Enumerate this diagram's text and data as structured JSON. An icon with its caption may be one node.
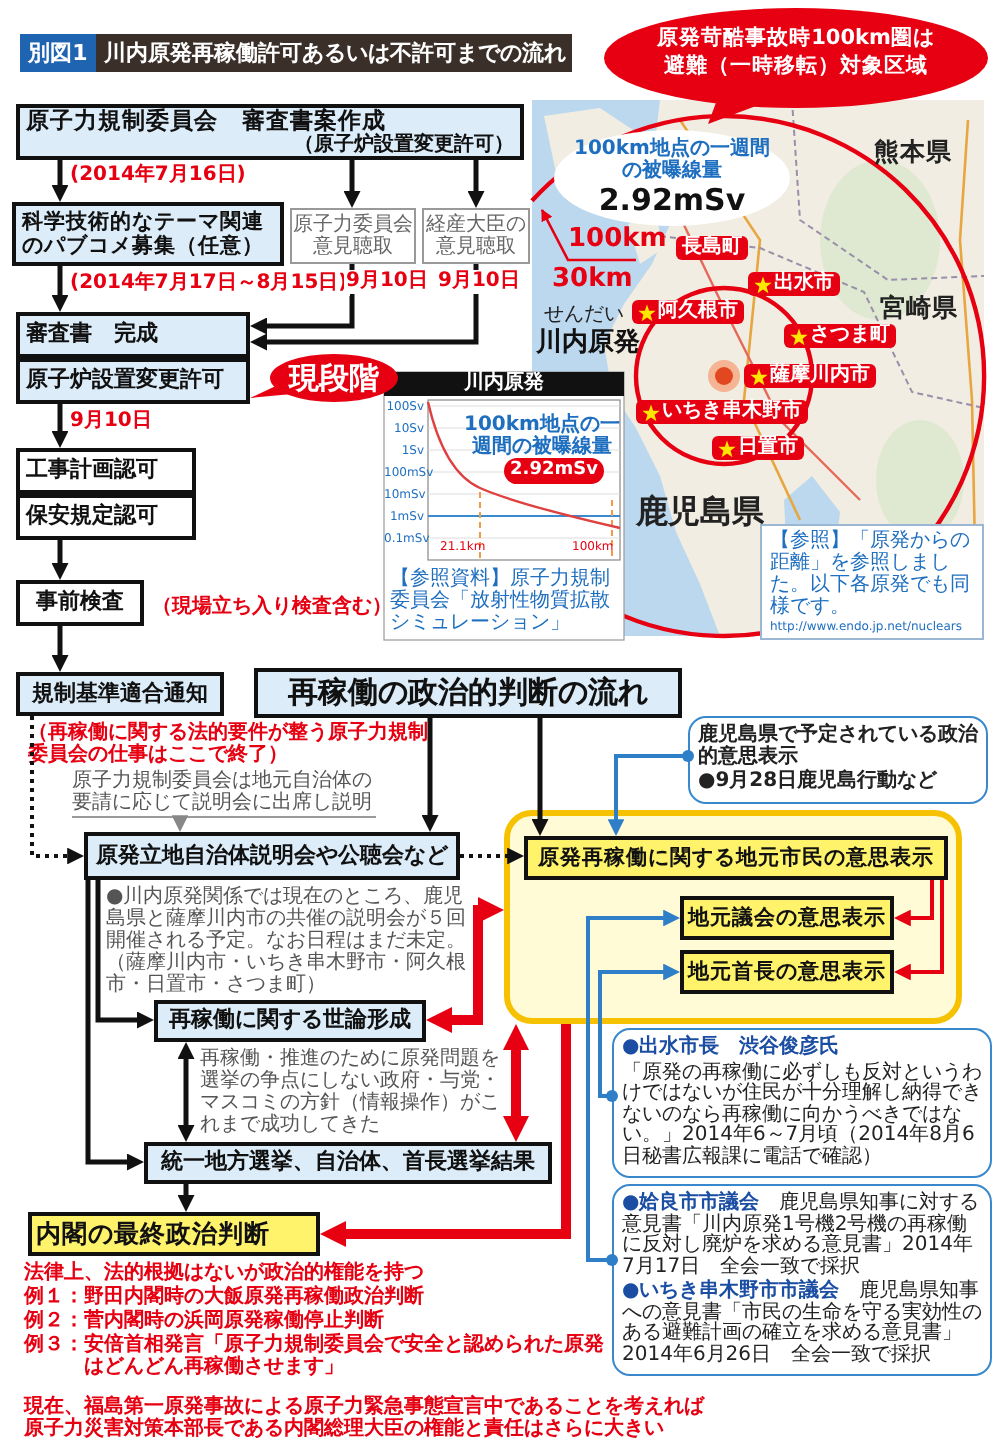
{
  "diagram": {
    "title": "川内原発再稼働許可あるいは不許可までの流れ",
    "nodes": [
      {
        "text": [
          "原子力規制委員会　審査書案作成",
          "（原子炉設置変更許可）"
        ]
      },
      {
        "text": [
          "科学技術的なテーマ関連のパブコメ募集（任意）"
        ]
      },
      {
        "text": [
          "原子力委員会意見聴取"
        ]
      },
      {
        "text": [
          "経産大臣の意見聴取"
        ]
      },
      {
        "text": [
          "審査書　完成"
        ]
      },
      {
        "text": [
          "原子炉設置変更許可"
        ]
      },
      {
        "text": [
          "現段階"
        ]
      },
      {
        "text": [
          "工事計画認可"
        ]
      },
      {
        "text": [
          "保安規定認可"
        ]
      },
      {
        "text": [
          "事前検査"
        ],
        "beside": [
          "（現場立ち入り検査含む）"
        ]
      },
      {
        "text": [
          "規制基準適合通知"
        ]
      },
      {
        "text": [
          "再稼働の政治的判断の流れ"
        ]
      },
      {
        "text": [
          "原子力規制委員会は地元自治体の要請に応じて説明会に出席し説明"
        ]
      },
      {
        "text": [
          "原発立地自治体説明会や公聴会など"
        ]
      },
      {
        "text": [
          "鹿児島県で予定されている政治的意思表示",
          "●9月28日鹿児島行動など"
        ]
      },
      {
        "text": [],
        "shape": "box"
      },
      {
        "text": [
          "原発再稼働に関する地元市民の意思表示"
        ],
        "in": 15
      },
      {
        "text": [
          "地元議会の意思表示"
        ],
        "in": 15
      },
      {
        "text": [
          "地元首長の意思表示"
        ],
        "in": 15
      },
      {
        "text": [
          "再稼働に関する世論形成"
        ]
      },
      {
        "text": [
          "統一地方選挙、自治体、首長選挙結果"
        ]
      },
      {
        "text": [
          "●出水市長　渋谷俊彦氏",
          "「原発の再稼働に必ずしも反対というわけではないが住民が十分理解し納得できないのなら再稼働に向かうべきではない。」2014年6～7月頃（2014年8月6日秘書広報課に電話で確認）"
        ]
      },
      {
        "text": [
          "**●姶良市市議会**　鹿児島県知事に対する意見書「川内原発1号機2号機の再稼働に反対し廃炉を求める意見書」2014年7月17日　全会一致で採択",
          "**●いちき串木野市市議会**　鹿児島県知事への意見書「市民の生命を守る実効性のある避難計画の確立を求める意見書」2014年6月26日　全会一致で採択"
        ]
      },
      {
        "text": [
          "内閣の最終政治判断"
        ]
      },
      {
        "text": [
          "原発苛酷事故時100km圏は避難（一時移転）対象区域"
        ]
      },
      {
        "text": [
          "100km地点の一週間の被曝線量",
          "2.92mSv"
        ]
      }
    ],
    "edges": [
      {
        "from": 0,
        "to": 1,
        "arrow": "to",
        "label": "(2014年7月16日)"
      },
      {
        "from": 0,
        "to": 2,
        "arrow": "to"
      },
      {
        "from": 0,
        "to": 3,
        "arrow": "to"
      },
      {
        "from": 1,
        "to": 4,
        "arrow": "to",
        "label": "(2014年7月17日～8月15日)"
      },
      {
        "from": 2,
        "to": 4,
        "arrow": "to",
        "label": "9月10日"
      },
      {
        "from": 3,
        "to": 4,
        "arrow": "to",
        "label": "9月10日"
      },
      {
        "from": 5,
        "to": 7,
        "arrow": "to",
        "label": "9月10日"
      },
      {
        "from": 8,
        "to": 9,
        "arrow": "to"
      },
      {
        "from": 9,
        "to": 10,
        "arrow": "to"
      },
      {
        "from": 10,
        "to": 13,
        "arrow": "to",
        "style": "dashed"
      },
      {
        "from": 12,
        "to": 13,
        "arrow": "to",
        "color": "#888888"
      },
      {
        "from": 11,
        "to": 13,
        "arrow": "to"
      },
      {
        "from": 11,
        "to": 16,
        "arrow": "to"
      },
      {
        "from": 13,
        "to": 16,
        "arrow": "to",
        "style": "dashed"
      },
      {
        "from": 14,
        "to": 16,
        "arrow": "to",
        "color": "#2f7fc8"
      },
      {
        "from": 16,
        "to": 17,
        "arrow": "to",
        "color": "#e60012"
      },
      {
        "from": 16,
        "to": 18,
        "arrow": "to",
        "color": "#e60012"
      },
      {
        "from": 21,
        "to": 18,
        "arrow": "to",
        "color": "#2f7fc8"
      },
      {
        "from": 22,
        "to": 17,
        "arrow": "to",
        "color": "#2f7fc8"
      },
      {
        "from": 13,
        "to": 19,
        "arrow": "to"
      },
      {
        "from": 13,
        "to": 20,
        "arrow": "to"
      },
      {
        "from": 15,
        "to": 19,
        "arrow": "both",
        "style": "thick",
        "color": "#e60012"
      },
      {
        "from": 19,
        "to": 20,
        "arrow": "both"
      },
      {
        "from": 15,
        "to": 20,
        "arrow": "both",
        "style": "thick",
        "color": "#e60012"
      },
      {
        "from": 20,
        "to": 23,
        "arrow": "to"
      },
      {
        "from": 15,
        "to": 23,
        "arrow": "to",
        "style": "thick",
        "color": "#e60012"
      }
    ],
    "labels": [
      "別図1",
      "100km",
      "熊本県",
      "長島町",
      "30km",
      "出水市",
      "せんだい",
      "阿久根市",
      "川内原発",
      "さつま町",
      "宮崎県",
      "薩摩川内市",
      "いちき串木野市",
      "日置市",
      "川内原発",
      "100km地点の一週間の被曝線量",
      "100Sv",
      "10Sv",
      "1Sv",
      "2.92mSv",
      "100mSv",
      "10mSv",
      "1mSv",
      "0.1mSv",
      "21.1km",
      "100km",
      "【参照資料】原子力規制委員会「放射性物質拡散シミュレーション」",
      "鹿児島県",
      "【参照】「原発からの距離」を参照しました。以下各原発でも同様です。",
      "http://www.endo.jp.net/nuclears",
      "（再稼働に関する法的要件が整う原子力規制委員会の仕事はここで終了）",
      "●川内原発関係では現在のところ、鹿児島県と薩摩川内市の共催の説明会が５回開催される予定。なお日程はまだ未定。（薩摩川内市・いちき串木野市・阿久根市・日置市・さつま町）",
      "再稼働・推進のために原発問題を選挙の争点にしない政府・与党・マスコミの方針（情報操作）がこれまで成功してきた",
      "法律上、法的根拠はないが政治的権能を持つ",
      "例１：野田内閣時の大飯原発再稼働政治判断",
      "例２：菅内閣時の浜岡原発稼働停止判断",
      "例３：安倍首相発言「原子力規制委員会で安全と認められた原発はどんどん再稼働させます」",
      "現在、福島第一原発事故による原子力緊急事態宣言中であることを考えれば原子力災害対策本部長である内閣総理大臣の権能と責任はさらに大きい"
    ]
  }
}
